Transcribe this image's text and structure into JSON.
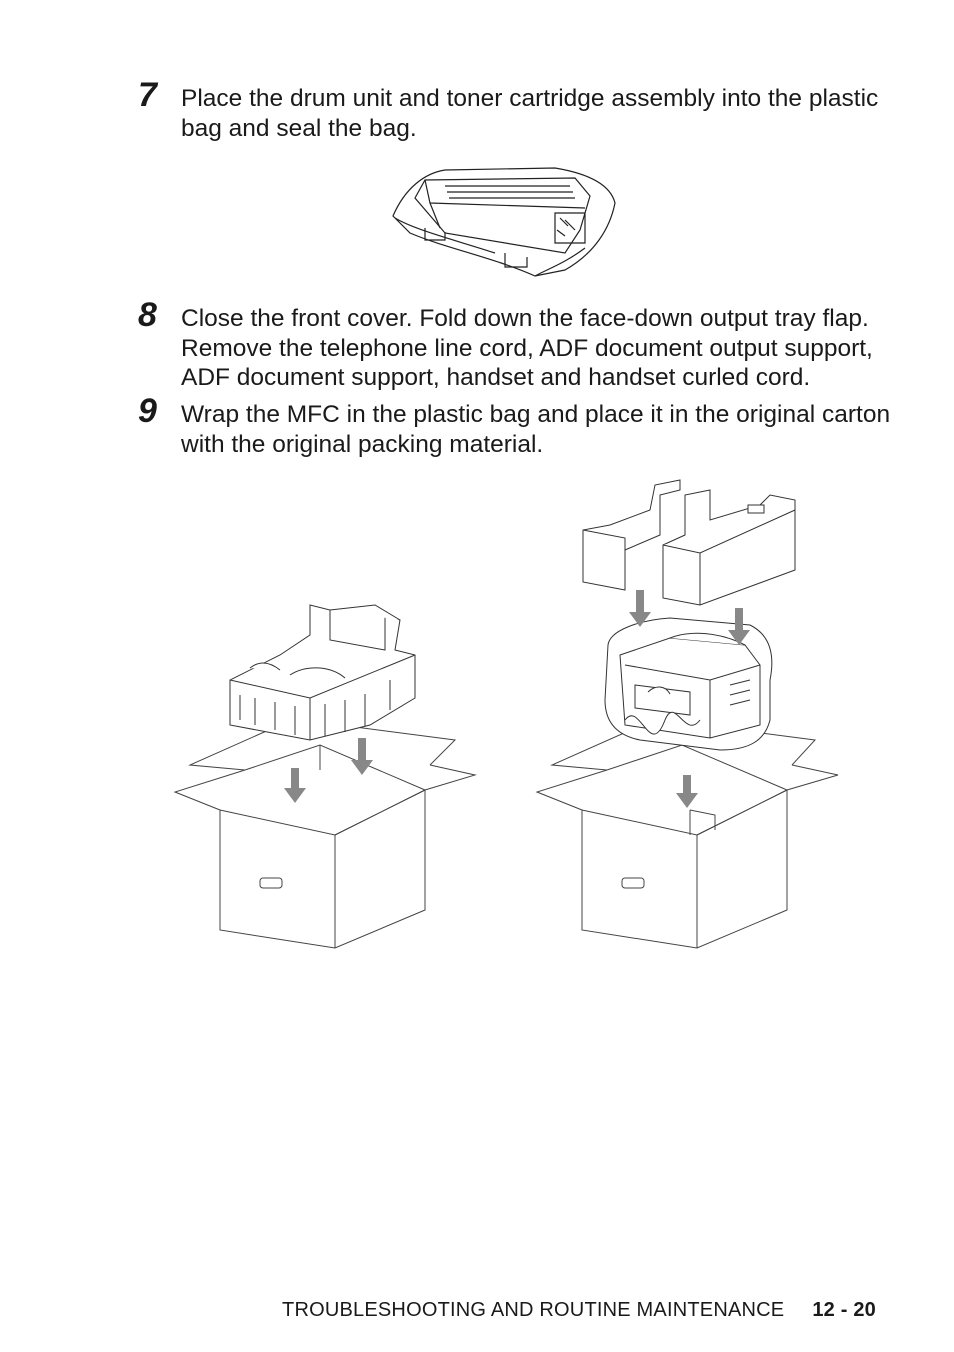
{
  "steps": [
    {
      "number": "7",
      "text": "Place the drum unit and toner cartridge assembly into the plastic bag and seal the bag."
    },
    {
      "number": "8",
      "text": "Close the front cover. Fold down the face-down output tray flap. Remove the telephone line cord, ADF document output support, ADF document support, handset and handset curled cord."
    },
    {
      "number": "9",
      "text": "Wrap the MFC in the plastic bag and place it in the original carton with the original packing material."
    }
  ],
  "footer": {
    "section": "TROUBLESHOOTING AND ROUTINE MAINTENANCE",
    "page": "12 - 20"
  }
}
